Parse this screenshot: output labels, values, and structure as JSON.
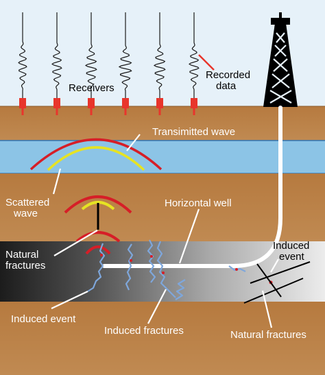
{
  "labels": {
    "receivers": "Receivers",
    "recorded_data_line1": "Recorded",
    "recorded_data_line2": "data",
    "transmitted_wave": "Transimitted wave",
    "scattered_wave_line1": "Scattered",
    "scattered_wave_line2": "wave",
    "horizontal_well": "Horizontal well",
    "natural_fractures_left_line1": "Natural",
    "natural_fractures_left_line2": "fractures",
    "induced_event_right_line1": "Induced",
    "induced_event_right_line2": "event",
    "induced_event_left": "Induced event",
    "induced_fractures": "Induced fractures",
    "natural_fractures_right": "Natural fractures"
  },
  "colors": {
    "sky": "#e6f1f9",
    "soil": "#b77e43",
    "water": "#8cc4e6",
    "receiver": "#e8352c",
    "wave_red": "#d61e27",
    "wave_yellow": "#e6e323",
    "induced_fracture": "#7ea7dc"
  },
  "receivers_count": 6
}
